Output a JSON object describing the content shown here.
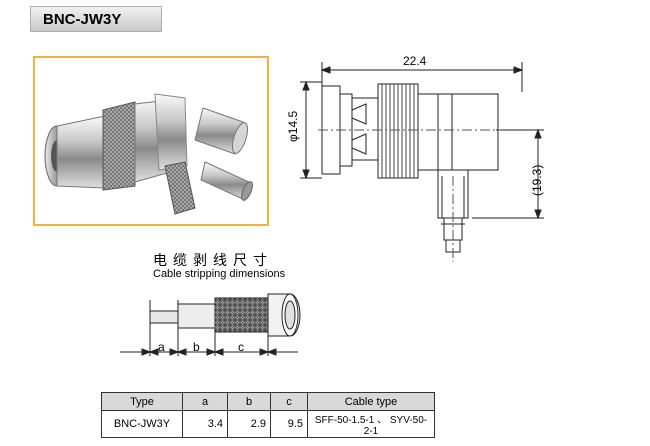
{
  "title": "BNC-JW3Y",
  "drawing": {
    "dim_length": "22.4",
    "dim_diameter": "φ14.5",
    "dim_height": "(19.3)"
  },
  "stripping": {
    "heading_cn": "电缆剥线尺寸",
    "heading_en": "Cable stripping dimensions",
    "labels": [
      "a",
      "b",
      "c"
    ]
  },
  "table": {
    "headers": [
      "Type",
      "a",
      "b",
      "c",
      "Cable type"
    ],
    "row": {
      "type": "BNC-JW3Y",
      "a": "3.4",
      "b": "2.9",
      "c": "9.5",
      "cable_type": "SFF-50-1.5-1 、 SYV-50-2-1"
    }
  }
}
